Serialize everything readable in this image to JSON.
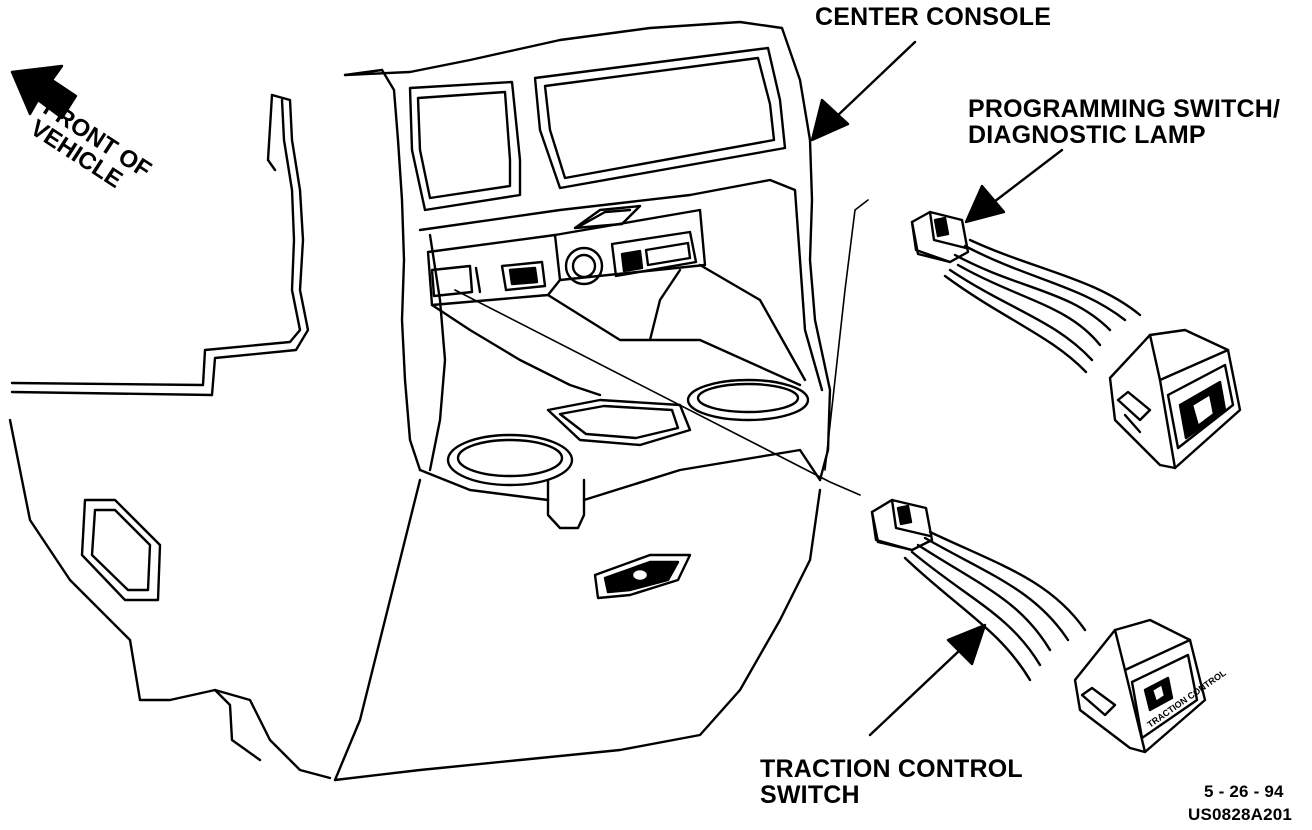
{
  "labels": {
    "center_console": "CENTER CONSOLE",
    "programming_line1": "PROGRAMMING SWITCH/",
    "programming_line2": "DIAGNOSTIC LAMP",
    "front_line1": "FRONT OF",
    "front_line2": "VEHICLE",
    "traction_line1": "TRACTION CONTROL",
    "traction_line2": "SWITCH",
    "date": "5 - 26 - 94",
    "code": "US0828A201",
    "switch_face_text": "TRACTION CONTROL"
  },
  "colors": {
    "ink": "#000000",
    "paper": "#ffffff"
  }
}
